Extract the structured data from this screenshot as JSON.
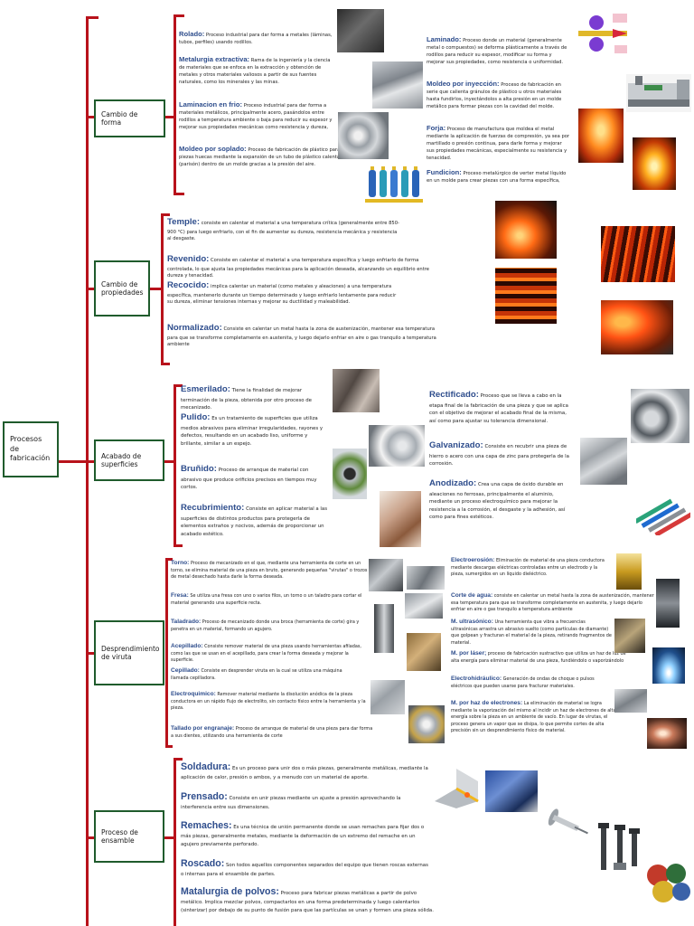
{
  "root": {
    "label": "Procesos de fabricación"
  },
  "sections": {
    "forma": {
      "label": "Cambio de forma",
      "items": [
        {
          "title": "Rolado:",
          "text": "Proceso industrial para dar forma a metales (láminas, tubos, perfiles) usando rodillos."
        },
        {
          "title": "Metalurgia extractiva:",
          "text": "Rama de la ingeniería y la ciencia de materiales que se enfoca en la extracción y obtención de metales y otros materiales valiosos a partir de sus fuentes naturales, como los minerales y las minas."
        },
        {
          "title": "Laminacion en frio:",
          "text": "Proceso industrial para dar forma a materiales metálicos, principalmente acero, pasándolos entre rodillos a temperatura ambiente o baja para reducir su espesor y mejorar sus propiedades mecánicas como resistencia y dureza,"
        },
        {
          "title": "Moldeo por soplado:",
          "text": "Proceso de fabricación de plástico para crear piezas huecas mediante la expansión de un tubo de plástico calentado (parisón) dentro de un molde gracias a la presión del aire."
        },
        {
          "title": "Laminado:",
          "text": "Proceso donde un material (generalmente metal o compuestos) se deforma plásticamente a través de rodillos para reducir su espesor, modificar su forma y mejorar sus propiedades, como resistencia o uniformidad."
        },
        {
          "title": "Moldeo por inyección:",
          "text": "Proceso de fabricación en serie que calienta gránulos de plástico u otros materiales hasta fundirlos, inyectándolos a alta presión en un molde metálico para formar piezas con la cavidad del molde."
        },
        {
          "title": "Forja:",
          "text": "Proceso de manufactura que moldea el metal mediante la aplicación de fuerzas de compresión, ya sea por martillado o presión continua, para darle forma y mejorar sus propiedades mecánicas, especialmente su resistencia y tenacidad."
        },
        {
          "title": "Fundicion:",
          "text": "Proceso metalúrgico de verter metal líquido en un molde para crear piezas con una forma específica,"
        }
      ]
    },
    "propiedades": {
      "label": "Cambio de propiedades",
      "items": [
        {
          "title": "Temple:",
          "text": "consiste en calentar el material a una temperatura crítica (generalmente entre 850-900 °C) para luego enfriarlo, con el fin de aumentar su dureza, resistencia mecánica y resistencia al desgaste."
        },
        {
          "title": "Revenido:",
          "text": "Consiste en calentar el material a una temperatura específica y luego enfriarlo de forma controlada, lo que ajusta las propiedades mecánicas para la aplicación deseada, alcanzando un equilibrio entre dureza y tenacidad."
        },
        {
          "title": "Recocido:",
          "text": "implica calentar un material (como metales y aleaciones) a una temperatura específica, mantenerlo durante un tiempo determinado y luego enfriarlo lentamente para reducir su dureza, eliminar tensiones internas y mejorar su ductilidad y maleabilidad."
        },
        {
          "title": "Normalizado:",
          "text": "Consiste en calentar un metal hasta la zona de austenización, mantener esa temperatura para que se transforme completamente en austenita, y luego dejarlo enfriar en aire o gas tranquilo a temperatura ambiente"
        }
      ]
    },
    "acabado": {
      "label": "Acabado de superficies",
      "items": [
        {
          "title": "Esmerilado:",
          "text": "Tiene la finalidad de mejorar terminación de la pieza, obtenida por otro proceso de mecanizado."
        },
        {
          "title": "Pulido:",
          "text": "Es un tratamiento de superficies que utiliza medios abrasivos para eliminar irregularidades, rayones y defectos, resultando en un acabado liso, uniforme y brillante, similar a un espejo."
        },
        {
          "title": "Bruñido:",
          "text": "Proceso de arranque de material con abrasivo que produce orificios precisos en tiempos muy cortos."
        },
        {
          "title": "Recubrimiento:",
          "text": "Consiste en aplicar material a las superficies de distintos productos para protegerla de elementos extraños y nocivos, además de proporcionar un acabado estético."
        },
        {
          "title": "Rectificado:",
          "text": "Proceso que se lleva a cabo en la etapa final de la fabricación de una pieza y que se aplica con el objetivo de mejorar el acabado final de la misma, así como para ajustar su tolerancia dimensional."
        },
        {
          "title": "Galvanizado:",
          "text": "Consiste en recubrir una pieza de hierro o acero con una capa de zinc para protegerla de la corrosión."
        },
        {
          "title": "Anodizado:",
          "text": "Crea una capa de óxido durable en aleaciones no ferrosas, principalmente el aluminio, mediante un proceso electroquímico para mejorar la resistencia a la corrosión, el desgaste y la adhesión, así como para fines estéticos."
        }
      ]
    },
    "viruta": {
      "label": "Desprendimiento de viruta",
      "items": [
        {
          "title": "Torno:",
          "text": "Proceso de mecanizado en el que, mediante una herramienta de corte en un torno, se elimina material de una pieza en bruto, generando pequeñas \"virutas\" o trozos de metal desechado hasta darle la forma deseada."
        },
        {
          "title": "Fresa:",
          "text": "Se utiliza una fresa con uno o varios filos, un torno o un taladro para cortar el material generando una superficie recta."
        },
        {
          "title": "Taladrado:",
          "text": "Proceso de mecanizado donde una broca (herramienta de corte) gira y penetra en un material, formando un agujero."
        },
        {
          "title": "Acepillado:",
          "text": "Consiste remover material de una pieza usando herramientas afiladas, como las que se usan en el acepillado, para crear la forma deseada y mejorar la superficie."
        },
        {
          "title": "Cepillado:",
          "text": "Consiste en desprender viruta en la cual se utiliza una máquina llamada cepilladora."
        },
        {
          "title": "Electroquimico:",
          "text": "Remover material mediante la disolución anódica de la pieza conductora en un rápido flujo de electrolito, sin contacto físico entre la herramienta y la pieza."
        },
        {
          "title": "Tallado por engranaje:",
          "text": "Proceso de arranque de material de una pieza para dar forma a sus dientes, utilizando una herramienta de corte"
        },
        {
          "title": "Electroerosión:",
          "text": "Eliminación de material de una pieza conductora mediante descargas eléctricas controladas entre un electrodo y la pieza, sumergidos en un líquido dieléctrico."
        },
        {
          "title": "Corte de agua:",
          "text": "consiste en calentar un metal hasta la zona de austenización, mantener esa temperatura para que se transforme completamente en austenita, y luego dejarlo enfriar en aire o gas tranquilo a temperatura ambiente"
        },
        {
          "title": "M. ultrasónico:",
          "text": "Una herramienta que vibra a frecuencias ultrasónicas arrastra un abrasivo suelto (como partículas de diamante) que golpean y fracturan el material de la pieza, retirando fragmentos de material."
        },
        {
          "title": "M. por láser;",
          "text": "proceso de fabricación sustractivo que utiliza un haz de luz de alta energía para eliminar material de una pieza, fundiéndolo o vaporizándolo"
        },
        {
          "title": "Electrohidráulico:",
          "text": "Generación de ondas de choque o pulsos eléctricos que pueden usarse para fracturar materiales."
        },
        {
          "title": "M. por haz de electrones:",
          "text": "La eliminación de material se logra mediante la vaporización del mismo al incidir un haz de electrones de alta energía sobre la pieza en un ambiente de vacío. En lugar de virutas, el proceso genera un vapor que se disipa, lo que permite cortes de alta precisión sin un desprendimiento físico de material."
        }
      ]
    },
    "ensamble": {
      "label": "Proceso de ensamble",
      "items": [
        {
          "title": "Soldadura:",
          "text": "Es un proceso para unir dos o más piezas, generalmente metálicas, mediante la aplicación de calor, presión o ambos, y a menudo con un material de aporte."
        },
        {
          "title": "Prensado:",
          "text": "Consiste en unir piezas mediante un ajuste a presión aprovechando la interferencia entre sus dimensiones."
        },
        {
          "title": "Remaches:",
          "text": "Es una técnica de unión permanente donde se usan remaches para fijar dos o más piezas, generalmente metales, mediante la deformación de un extremo del remache en un agujero previamente perforado."
        },
        {
          "title": "Roscado:",
          "text": "Son todos aquellos componentes separados del equipo que tienen roscas externas o internas para el ensamble de partes."
        },
        {
          "title": "Matalurgia de polvos:",
          "text": "Proceso para fabricar piezas metálicas a partir de polvo metálico. Implica mezclar polvos, compactarlos en una forma predeterminada y luego calentarlos (sinterizar) por debajo de su punto de fusión para que las partículas se unan y formen una pieza sólida."
        }
      ]
    }
  },
  "colors": {
    "bracket": "#b8121b",
    "box_border": "#1f5b2c",
    "title": "#2e4d8c"
  }
}
